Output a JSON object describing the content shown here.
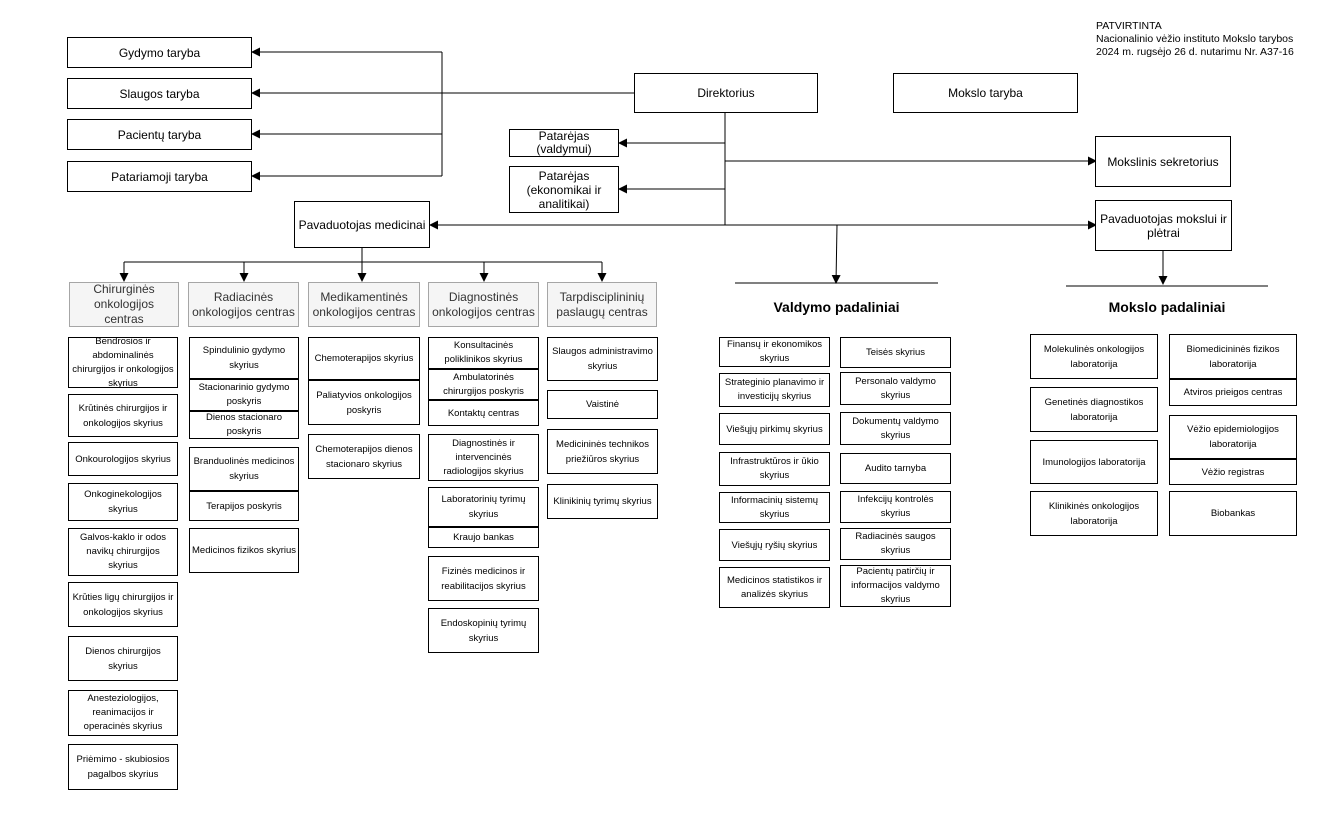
{
  "approval": {
    "line1": "PATVIRTINTA",
    "line2": "Nacionalinio vėžio instituto Mokslo tarybos",
    "line3": "2024 m. rugsėjo 26 d. nutarimu Nr. A37-16"
  },
  "top": {
    "director": "Direktorius",
    "science_council": "Mokslo taryba",
    "councils": [
      "Gydymo taryba",
      "Slaugos taryba",
      "Pacientų taryba",
      "Patariamoji taryba"
    ],
    "advisor_management": "Patarėjas (valdymui)",
    "advisor_economics": "Patarėjas (ekonomikai ir analitikai)",
    "scientific_secretary": "Mokslinis sekretorius",
    "deputy_medical": "Pavaduotojas medicinai",
    "deputy_science": "Pavaduotojas mokslui ir plėtrai"
  },
  "centers": [
    {
      "title": "Chirurginės onkologijos centras",
      "units": [
        "Bendrosios ir abdominalinės chirurgijos ir onkologijos skyrius",
        "Krūtinės chirurgijos ir onkologijos skyrius",
        "Onkourologijos skyrius",
        "Onkoginekologijos skyrius",
        "Galvos-kaklo ir odos navikų chirurgijos skyrius",
        "Krūties ligų chirurgijos ir onkologijos skyrius",
        "Dienos chirurgijos skyrius",
        "Anesteziologijos, reanimacijos ir operacinės skyrius",
        "Priėmimo - skubiosios pagalbos skyrius"
      ]
    },
    {
      "title": "Radiacinės onkologijos centras",
      "units": [
        "Spindulinio gydymo skyrius",
        "Stacionarinio gydymo poskyris",
        "Dienos stacionaro poskyris",
        "Branduolinės medicinos skyrius",
        "Terapijos poskyris",
        "Medicinos fizikos skyrius"
      ]
    },
    {
      "title": "Medikamentinės onkologijos centras",
      "units": [
        "Chemoterapijos skyrius",
        "Paliatyvios onkologijos poskyris",
        "Chemoterapijos dienos stacionaro skyrius"
      ]
    },
    {
      "title": "Diagnostinės onkologijos centras",
      "units": [
        "Konsultacinės poliklinikos skyrius",
        "Ambulatorinės chirurgijos poskyris",
        "Kontaktų centras",
        "Diagnostinės ir intervencinės radiologijos skyrius",
        "Laboratorinių tyrimų skyrius",
        "Kraujo bankas",
        "Fizinės medicinos ir reabilitacijos skyrius",
        "Endoskopinių tyrimų skyrius"
      ]
    },
    {
      "title": "Tarpdisciplininių paslaugų centras",
      "units": [
        "Slaugos administravimo skyrius",
        "Vaistinė",
        "Medicininės technikos priežiūros skyrius",
        "Klinikinių tyrimų skyrius"
      ]
    }
  ],
  "management": {
    "title": "Valdymo padaliniai",
    "left": [
      "Finansų ir ekonomikos skyrius",
      "Strateginio planavimo ir investicijų skyrius",
      "Viešųjų pirkimų skyrius",
      "Infrastruktūros ir ūkio skyrius",
      "Informacinių sistemų skyrius",
      "Viešųjų ryšių skyrius",
      "Medicinos statistikos ir analizės skyrius"
    ],
    "right": [
      "Teisės  skyrius",
      "Personalo valdymo skyrius",
      "Dokumentų valdymo skyrius",
      "Audito tarnyba",
      "Infekcijų kontrolės skyrius",
      "Radiacinės saugos skyrius",
      "Pacientų patirčių ir informacijos valdymo skyrius"
    ]
  },
  "science": {
    "title": "Mokslo padaliniai",
    "left": [
      "Molekulinės onkologijos laboratorija",
      "Genetinės diagnostikos laboratorija",
      "Imunologijos laboratorija",
      "Klinikinės onkologijos laboratorija"
    ],
    "right": [
      "Biomedicininės fizikos laboratorija",
      "Atviros prieigos centras",
      "Vėžio epidemiologijos laboratorija",
      "Vėžio registras",
      "Biobankas"
    ]
  }
}
